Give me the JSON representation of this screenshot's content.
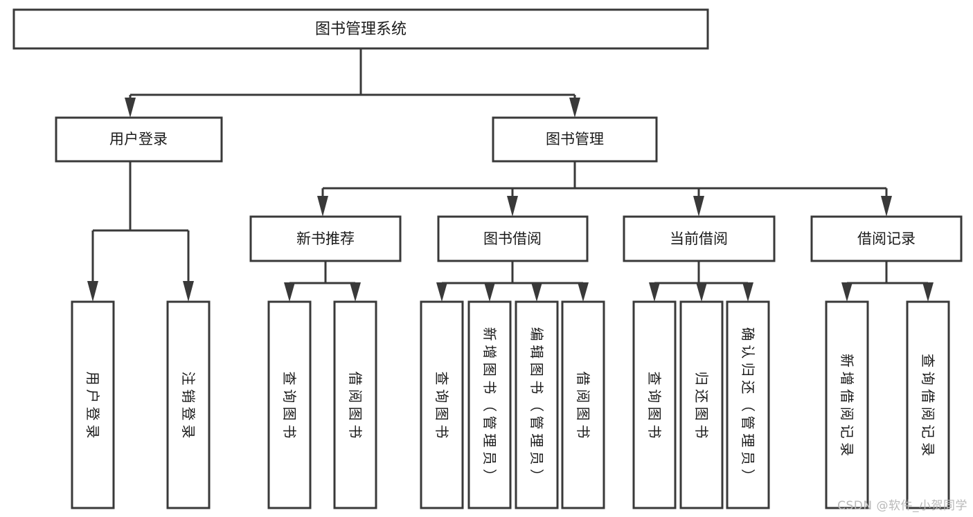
{
  "diagram": {
    "title": "图书管理系统",
    "watermark": "CSDN @软件_小贺同学",
    "colors": {
      "stroke": "#393939",
      "box_fill": "#ffffff",
      "text": "#1a1a1a",
      "background": "#ffffff",
      "watermark": "#b9b9b9"
    },
    "root": {
      "label": "图书管理系统"
    },
    "level1": [
      {
        "label": "用户登录"
      },
      {
        "label": "图书管理"
      }
    ],
    "level2": [
      {
        "label": "新书推荐"
      },
      {
        "label": "图书借阅"
      },
      {
        "label": "当前借阅"
      },
      {
        "label": "借阅记录"
      }
    ],
    "leaves": {
      "user_login": [
        {
          "label": "用户登录"
        },
        {
          "label": "注销登录"
        }
      ],
      "new_book_recommend": [
        {
          "label": "查询图书"
        },
        {
          "label": "借阅图书"
        }
      ],
      "book_borrow": [
        {
          "label": "查询图书"
        },
        {
          "label": "新增图书（管理员）"
        },
        {
          "label": "编辑图书（管理员）"
        },
        {
          "label": "借阅图书"
        }
      ],
      "current_borrow": [
        {
          "label": "查询图书"
        },
        {
          "label": "归还图书"
        },
        {
          "label": "确认归还（管理员）"
        }
      ],
      "borrow_record": [
        {
          "label": "新增借阅记录"
        },
        {
          "label": "查询借阅记录"
        }
      ]
    }
  }
}
